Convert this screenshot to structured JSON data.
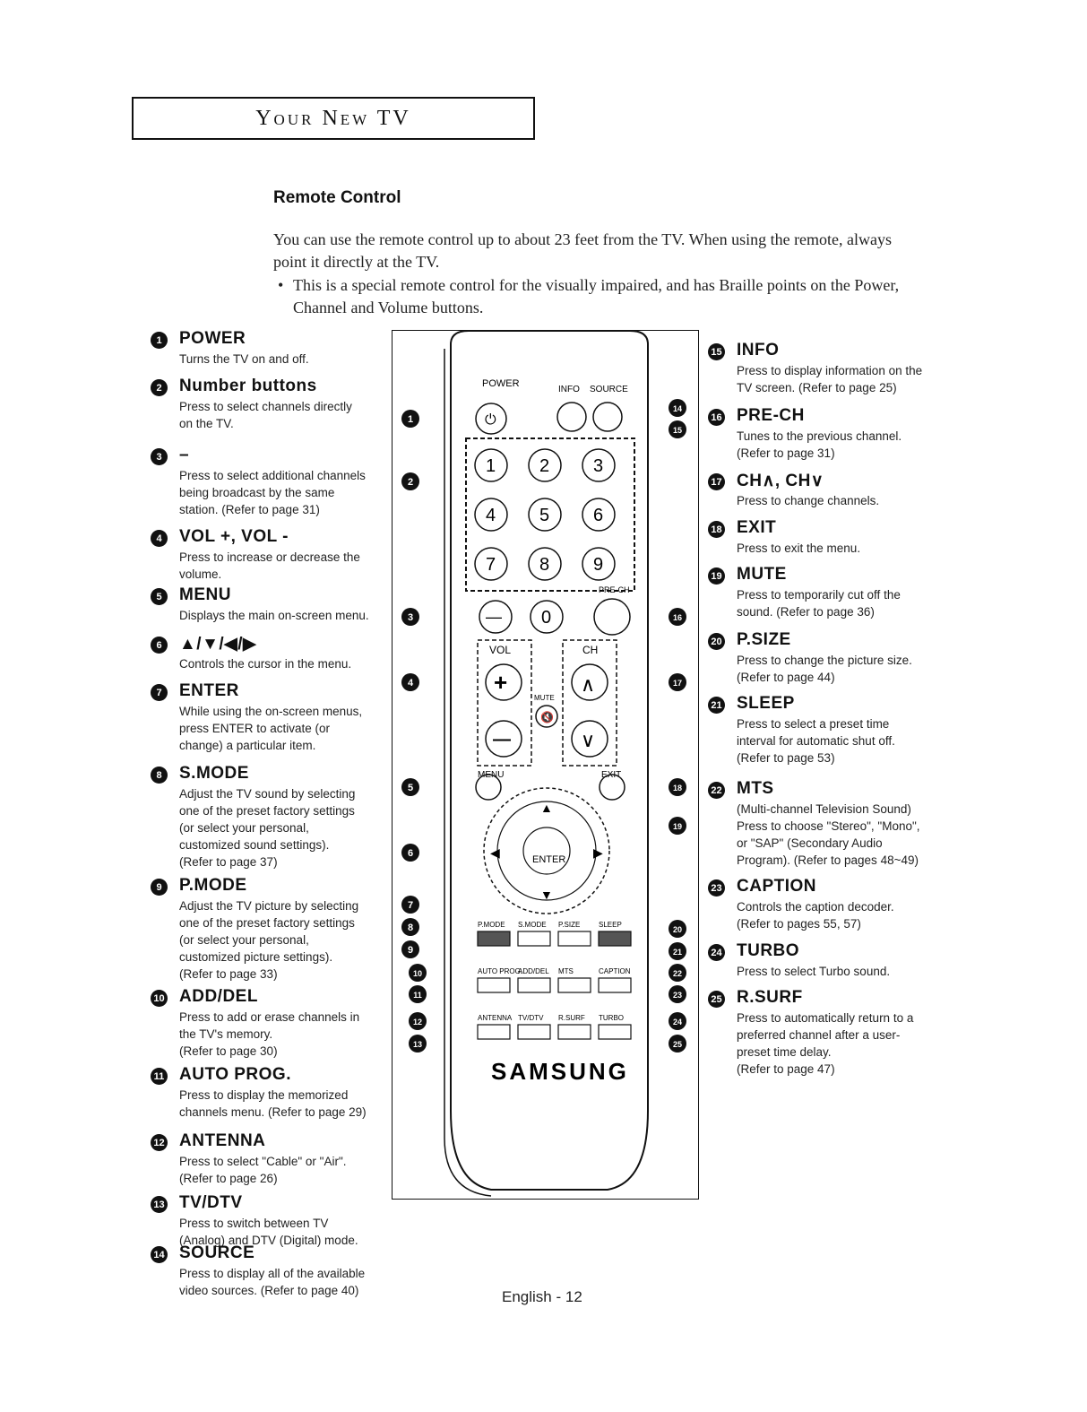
{
  "header": {
    "title": "Your New TV"
  },
  "section": {
    "title": "Remote Control",
    "intro": "You can use the remote control up to about 23 feet from the TV. When using the remote, always point it directly at the TV.",
    "bullet": "This is a special remote control for the visually impaired, and has Braille points on the Power, Channel and Volume buttons."
  },
  "left_items": [
    {
      "num": "1",
      "title": "POWER",
      "desc": [
        "Turns the TV on and off."
      ]
    },
    {
      "num": "2",
      "title": "Number buttons",
      "desc": [
        "Press to select channels directly",
        "on the TV."
      ]
    },
    {
      "num": "3",
      "title": "–",
      "desc": [
        "Press to select additional channels",
        "being broadcast by the same",
        "station. (Refer to page 31)"
      ]
    },
    {
      "num": "4",
      "title": "VOL +, VOL -",
      "desc": [
        "Press to increase or decrease the",
        "volume."
      ]
    },
    {
      "num": "5",
      "title": "MENU",
      "desc": [
        "Displays the main on-screen menu."
      ]
    },
    {
      "num": "6",
      "title": "▲/▼/◀/▶",
      "desc": [
        "Controls the cursor in the menu."
      ]
    },
    {
      "num": "7",
      "title": "ENTER",
      "desc": [
        "While using the on-screen menus,",
        "press ENTER to activate (or",
        "change) a particular item."
      ]
    },
    {
      "num": "8",
      "title": "S.MODE",
      "desc": [
        "Adjust the TV sound by selecting",
        "one of the preset factory settings",
        "(or select your personal,",
        "customized sound settings).",
        "(Refer to page 37)"
      ]
    },
    {
      "num": "9",
      "title": "P.MODE",
      "desc": [
        "Adjust the TV picture by selecting",
        "one of the preset factory settings",
        "(or select your personal,",
        "customized picture settings).",
        "(Refer to page 33)"
      ]
    },
    {
      "num": "10",
      "title": "ADD/DEL",
      "desc": [
        "Press to add or erase channels in",
        "the TV's memory.",
        "(Refer to page 30)"
      ]
    },
    {
      "num": "11",
      "title": "AUTO PROG.",
      "desc": [
        "Press to display the memorized",
        "channels menu. (Refer to page 29)"
      ]
    },
    {
      "num": "12",
      "title": "ANTENNA",
      "desc": [
        "Press to select \"Cable\" or \"Air\".",
        "(Refer to page 26)"
      ]
    },
    {
      "num": "13",
      "title": "TV/DTV",
      "desc": [
        "Press to switch between TV",
        "(Analog) and DTV (Digital) mode."
      ]
    },
    {
      "num": "14",
      "title": "SOURCE",
      "desc": [
        "Press to display all of the available",
        "video sources. (Refer to page 40)"
      ]
    }
  ],
  "right_items": [
    {
      "num": "15",
      "title": "INFO",
      "desc": [
        "Press to display information on the",
        "TV screen. (Refer to page 25)"
      ]
    },
    {
      "num": "16",
      "title": "PRE-CH",
      "desc": [
        "Tunes to the previous channel.",
        "(Refer to page 31)"
      ]
    },
    {
      "num": "17",
      "title": "CH∧, CH∨",
      "desc": [
        "Press to change channels."
      ]
    },
    {
      "num": "18",
      "title": "EXIT",
      "desc": [
        "Press to exit the menu."
      ]
    },
    {
      "num": "19",
      "title": "MUTE",
      "desc": [
        "Press to temporarily cut off the",
        "sound. (Refer to page 36)"
      ]
    },
    {
      "num": "20",
      "title": "P.SIZE",
      "desc": [
        "Press to change the picture size.",
        "(Refer to page 44)"
      ]
    },
    {
      "num": "21",
      "title": "SLEEP",
      "desc": [
        "Press to select a preset time",
        "interval for automatic shut off.",
        "(Refer to page 53)"
      ]
    },
    {
      "num": "22",
      "title": "MTS",
      "desc": [
        "(Multi-channel Television Sound)",
        "Press to choose \"Stereo\", \"Mono\",",
        "or \"SAP\" (Secondary Audio",
        "Program). (Refer to pages 48~49)"
      ]
    },
    {
      "num": "23",
      "title": "CAPTION",
      "desc": [
        "Controls the caption decoder.",
        "(Refer to pages 55, 57)"
      ]
    },
    {
      "num": "24",
      "title": "TURBO",
      "desc": [
        "Press to select Turbo sound."
      ]
    },
    {
      "num": "25",
      "title": "R.SURF",
      "desc": [
        "Press to automatically return to a",
        "preferred channel after a user-",
        "preset time delay.",
        "(Refer to page 47)"
      ]
    }
  ],
  "remote": {
    "labels": {
      "power": "POWER",
      "info": "INFO",
      "source": "SOURCE",
      "prech": "PRE-CH",
      "vol": "VOL",
      "ch": "CH",
      "mute": "MUTE",
      "menu": "MENU",
      "exit": "EXIT",
      "enter": "ENTER",
      "pmode": "P.MODE",
      "smode": "S.MODE",
      "psize": "P.SIZE",
      "sleep": "SLEEP",
      "autoprog": "AUTO PROG.",
      "adddel": "ADD/DEL",
      "mts": "MTS",
      "caption": "CAPTION",
      "antenna": "ANTENNA",
      "tvdtv": "TV/DTV",
      "rsurf": "R.SURF",
      "turbo": "TURBO",
      "brand": "SAMSUNG"
    },
    "digits": [
      "1",
      "2",
      "3",
      "4",
      "5",
      "6",
      "7",
      "8",
      "9",
      "0"
    ],
    "dash": "—",
    "plus": "+",
    "minus": "—"
  },
  "footer": {
    "page": "English - 12"
  }
}
